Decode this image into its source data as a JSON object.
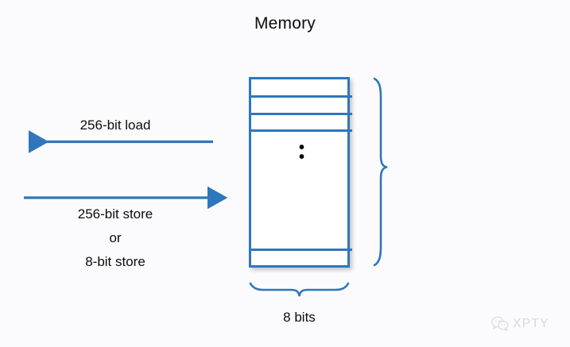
{
  "slide": {
    "title": "Memory",
    "background_color": "#fbfbfd",
    "accent_color": "#2e77bd",
    "text_color": "#0d0d0d"
  },
  "memory_block": {
    "ellipsis": "⋮",
    "row_count_visible": 5,
    "border_color": "#2e77bd",
    "fill_color": "#ffffff"
  },
  "arrows": {
    "load": {
      "label": "256-bit load",
      "direction": "left",
      "color": "#2e77bd"
    },
    "store": {
      "direction": "right",
      "color": "#2e77bd",
      "label_line1": "256-bit store",
      "label_line2": "or",
      "label_line3": "8-bit store"
    }
  },
  "braces": {
    "right_brace_color": "#2e77bd",
    "bottom_brace_color": "#2e77bd",
    "width_label": "8 bits"
  },
  "watermark": {
    "text": "XPTY",
    "icon": "wechat-icon",
    "color": "#d9d9d9"
  }
}
